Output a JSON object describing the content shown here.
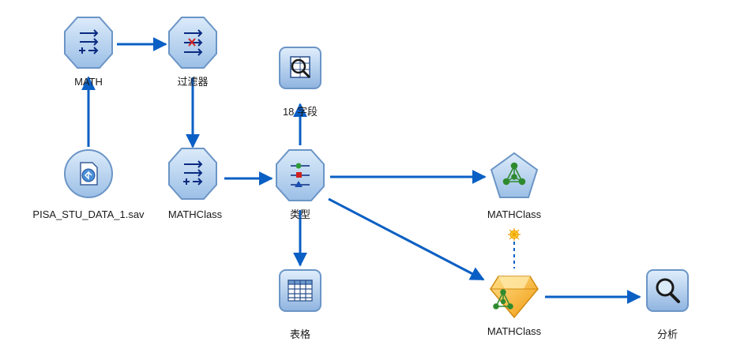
{
  "nodes": {
    "math_derive": {
      "label": "MATH",
      "icon": "derive-node-icon"
    },
    "filter": {
      "label": "过滤器",
      "icon": "filter-node-icon"
    },
    "source_file": {
      "label": "PISA_STU_DATA_1.sav",
      "icon": "statistics-file-icon"
    },
    "mathclass_derive": {
      "label": "MATHClass",
      "icon": "derive-node-icon"
    },
    "type": {
      "label": "类型",
      "icon": "type-node-icon"
    },
    "data_audit": {
      "label": "18 字段",
      "icon": "data-audit-icon"
    },
    "table": {
      "label": "表格",
      "icon": "table-icon"
    },
    "modeler": {
      "label": "MATHClass",
      "icon": "neural-net-modeler-icon"
    },
    "model_nugget": {
      "label": "MATHClass",
      "icon": "neural-net-nugget-icon"
    },
    "analysis": {
      "label": "分析",
      "icon": "analysis-icon"
    }
  },
  "colors": {
    "link": "#0a5fc4",
    "node_fill": "#a9c8ea",
    "node_stroke": "#6b95c6",
    "nugget": "#f5b02e",
    "model_green": "#2e8a2e"
  }
}
